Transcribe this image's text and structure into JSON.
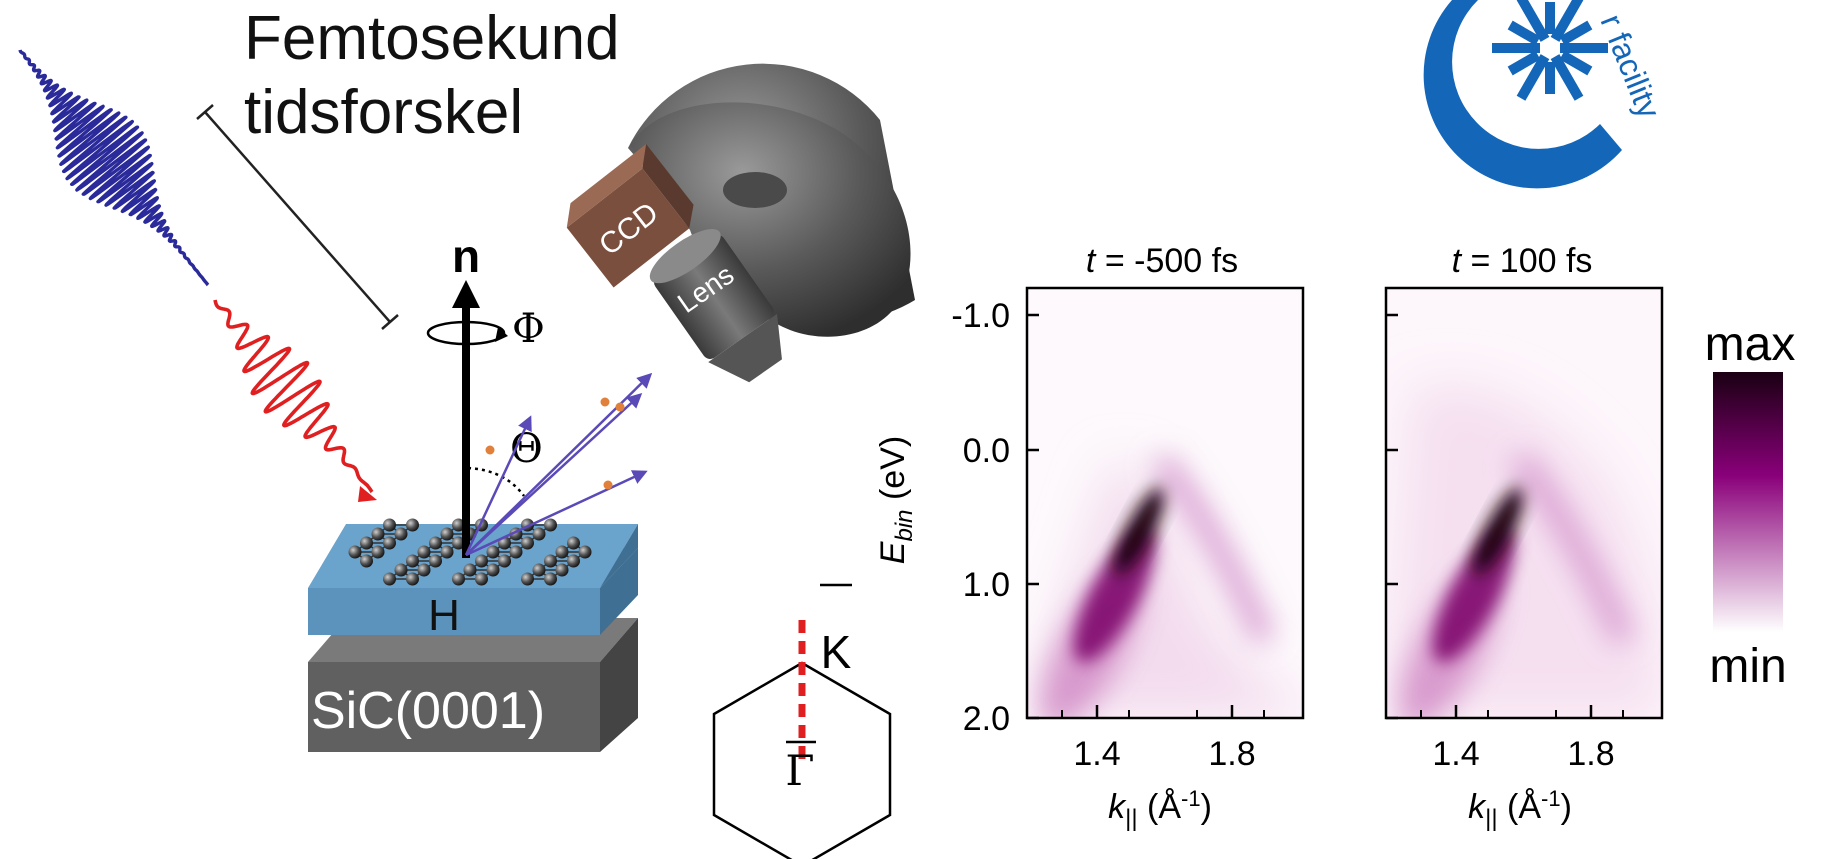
{
  "title": {
    "line1": "Femtosekund",
    "line2": "tidsforskel"
  },
  "logo": {
    "icon": "facility-logo-icon",
    "partial_text": "r facility",
    "color": "#1466b8"
  },
  "setup": {
    "normal_label": "n",
    "azimuth_label": "Φ",
    "polar_label": "Θ",
    "ccd_label": "CCD",
    "lens_label": "Lens",
    "layer_label": "H",
    "substrate_label": "SiC(0001)",
    "pump_color": "#2a2a9a",
    "probe_color": "#e02020"
  },
  "brillouin": {
    "k_label": "K",
    "gamma_label": "Γ",
    "cut_color": "#e02020"
  },
  "arpes": {
    "panels": [
      {
        "title_var": "t",
        "title_value": " = -500 fs"
      },
      {
        "title_var": "t",
        "title_value": " = 100 fs"
      }
    ],
    "ylabel_main": "E",
    "ylabel_sub": "bin",
    "ylabel_unit": " (eV)",
    "yticks": [
      "-1.0",
      "0.0",
      "1.0",
      "2.0"
    ],
    "xticks": [
      "1.4",
      "1.8"
    ],
    "xlabel_main": "k",
    "xlabel_sub": "||",
    "xlabel_unit_open": " (Å",
    "xlabel_sup": "-1",
    "xlabel_unit_close": ")"
  },
  "colorbar": {
    "max_label": "max",
    "min_label": "min",
    "color_max": "#1a0012",
    "color_mid": "#8a007a",
    "color_min": "#ffffff"
  }
}
